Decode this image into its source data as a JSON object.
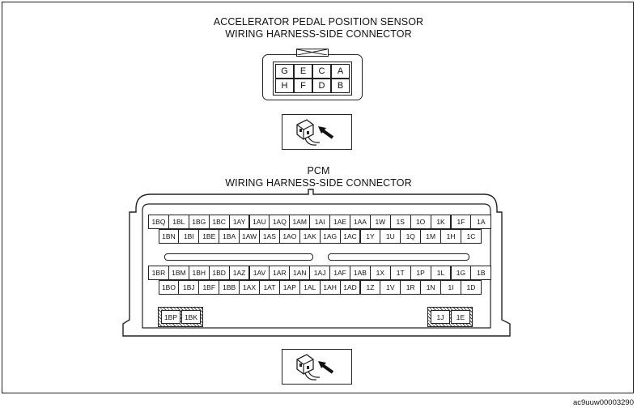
{
  "app_connector": {
    "title_line1": "ACCELERATOR PEDAL POSITION SENSOR",
    "title_line2": "WIRING HARNESS-SIDE CONNECTOR",
    "rows": [
      [
        "G",
        "E",
        "C",
        "A"
      ],
      [
        "H",
        "F",
        "D",
        "B"
      ]
    ]
  },
  "pcm_connector": {
    "title_line1": "PCM",
    "title_line2": "WIRING HARNESS-SIDE CONNECTOR",
    "upper_block": [
      [
        "1BQ",
        "1BL",
        "1BG",
        "1BC",
        "1AY",
        "1AU",
        "1AQ",
        "1AM",
        "1AI",
        "1AE",
        "1AA",
        "1W",
        "1S",
        "1O",
        "1K",
        "1F",
        "1A"
      ],
      [
        "1BN",
        "1BI",
        "1BE",
        "1BA",
        "1AW",
        "1AS",
        "1AO",
        "1AK",
        "1AG",
        "1AC",
        "1Y",
        "1U",
        "1Q",
        "1M",
        "1H",
        "1C"
      ]
    ],
    "lower_block": [
      [
        "1BR",
        "1BM",
        "1BH",
        "1BD",
        "1AZ",
        "1AV",
        "1AR",
        "1AN",
        "1AJ",
        "1AF",
        "1AB",
        "1X",
        "1T",
        "1P",
        "1L",
        "1G",
        "1B"
      ],
      [
        "1BO",
        "1BJ",
        "1BF",
        "1BB",
        "1AX",
        "1AT",
        "1AP",
        "1AL",
        "1AH",
        "1AD",
        "1Z",
        "1V",
        "1R",
        "1N",
        "1I",
        "1D"
      ]
    ],
    "left_small": [
      "1BP",
      "1BK"
    ],
    "right_small": [
      "1J",
      "1E"
    ]
  },
  "figure_code": "ac9uuw00003290",
  "icons": [
    "connector-view-icon",
    "connector-view-icon"
  ]
}
